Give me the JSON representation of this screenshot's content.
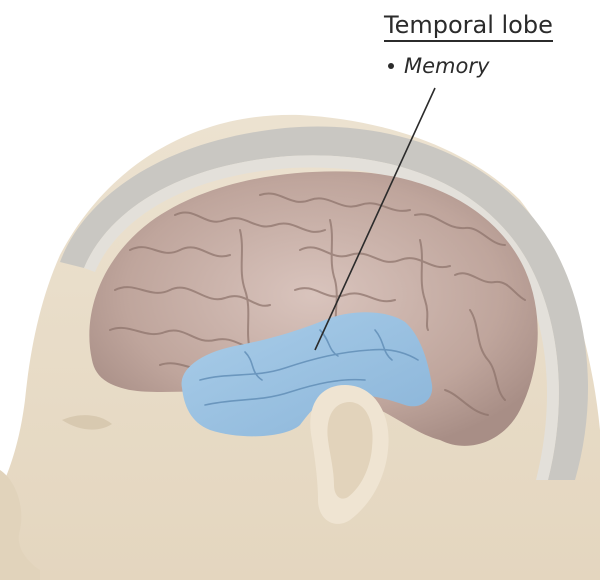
{
  "label": {
    "title": "Temporal lobe",
    "items": [
      "Memory"
    ]
  },
  "icons": {
    "head": "head-profile-illustration",
    "brain": "brain-illustration",
    "highlight": "temporal-lobe-highlight"
  },
  "colors": {
    "skull": "#c9c7c2",
    "skin": "#eadfca",
    "brain": "#c2aaa2",
    "temporal_lobe": "#9cc3e2",
    "label_text": "#2b2b2b"
  }
}
